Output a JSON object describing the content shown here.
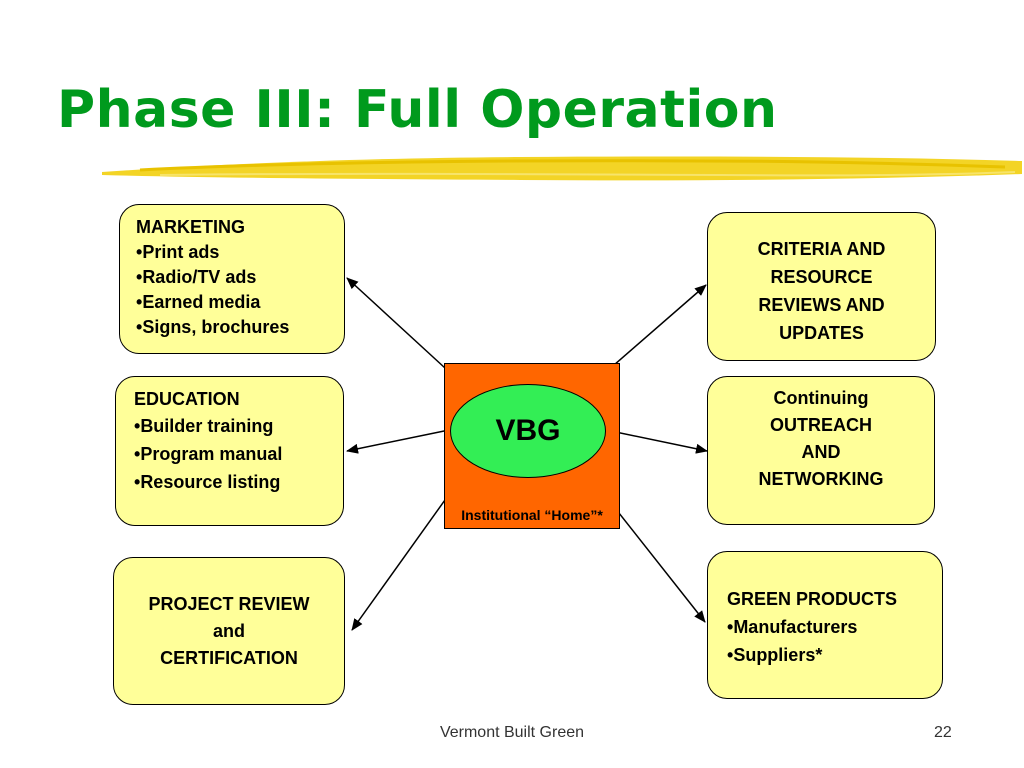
{
  "slide": {
    "title": "Phase III: Full Operation",
    "footer": "Vermont Built Green",
    "page_number": "22"
  },
  "hub": {
    "label": "VBG",
    "caption": "Institutional “Home”*"
  },
  "boxes": {
    "marketing": {
      "heading": "MARKETING",
      "items": [
        "Print ads",
        "Radio/TV ads",
        "Earned media",
        "Signs, brochures"
      ]
    },
    "education": {
      "heading": "EDUCATION",
      "items": [
        "Builder training",
        "Program manual",
        "Resource listing"
      ]
    },
    "project_review": {
      "lines": [
        "PROJECT REVIEW",
        "and",
        "CERTIFICATION"
      ]
    },
    "criteria": {
      "lines": [
        "CRITERIA AND",
        "RESOURCE",
        "REVIEWS AND",
        "UPDATES"
      ]
    },
    "outreach": {
      "lines": [
        "Continuing",
        "OUTREACH",
        "AND",
        "NETWORKING"
      ]
    },
    "green_products": {
      "heading": "GREEN PRODUCTS",
      "items": [
        "Manufacturers",
        "Suppliers*"
      ]
    }
  },
  "colors": {
    "title": "#009a1d",
    "box_fill": "#ffff99",
    "hub_fill": "#ff6600",
    "oval_fill": "#33ee55",
    "brush": "#f2d21a"
  }
}
